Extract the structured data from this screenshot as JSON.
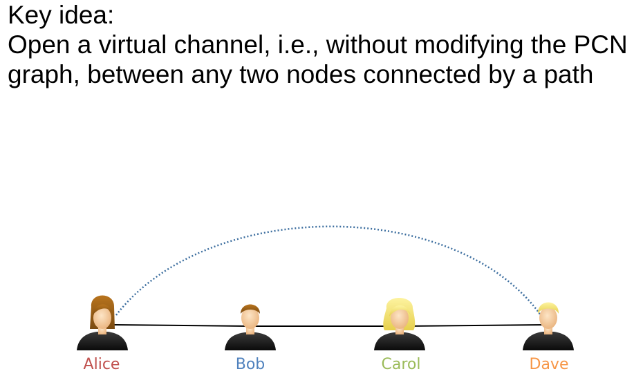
{
  "slide": {
    "heading": "Key idea:",
    "body_lines": [
      "Open a virtual channel, i.e., without modifying the PCN",
      "graph, between any two nodes connected by a path"
    ]
  },
  "graph": {
    "nodes": [
      {
        "id": "alice",
        "label": "Alice",
        "color": "#c0504d",
        "hair": "brown-long"
      },
      {
        "id": "bob",
        "label": "Bob",
        "color": "#4f81bd",
        "hair": "brown-short"
      },
      {
        "id": "carol",
        "label": "Carol",
        "color": "#9bbb59",
        "hair": "blonde-long"
      },
      {
        "id": "dave",
        "label": "Dave",
        "color": "#f79646",
        "hair": "blonde-short"
      }
    ],
    "payment_channels": [
      {
        "from": "alice",
        "to": "bob",
        "style": "solid"
      },
      {
        "from": "bob",
        "to": "carol",
        "style": "solid"
      },
      {
        "from": "carol",
        "to": "dave",
        "style": "solid"
      }
    ],
    "virtual_channel": {
      "from": "alice",
      "to": "dave",
      "style": "dotted",
      "color": "#3c6e9f"
    }
  }
}
